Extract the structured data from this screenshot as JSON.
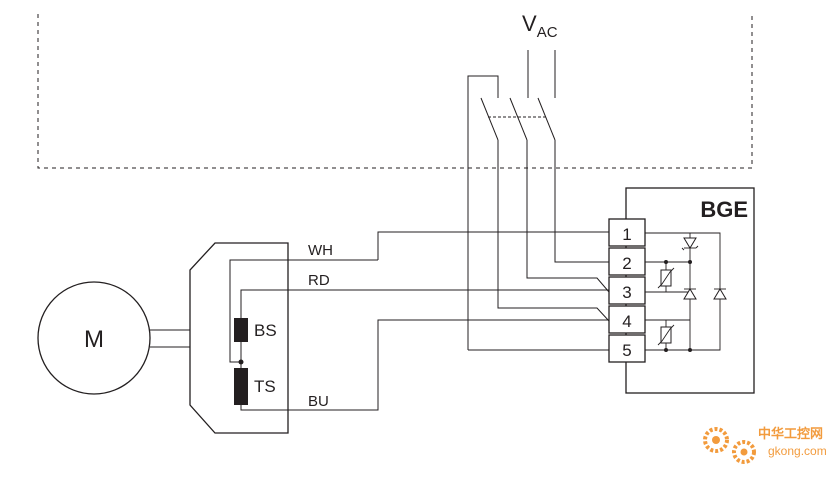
{
  "supply": {
    "v": "V",
    "sub": "AC"
  },
  "motor": {
    "label": "M"
  },
  "coils": {
    "brake_coil": "BS",
    "trip_coil": "TS"
  },
  "wires": {
    "white": "WH",
    "red": "RD",
    "blue": "BU"
  },
  "rectifier": {
    "title": "BGE",
    "terminals": [
      "1",
      "2",
      "3",
      "4",
      "5"
    ]
  },
  "watermark": {
    "brand": "中华工控网",
    "domain": "gkong.com",
    "color": "#f08a1c"
  }
}
